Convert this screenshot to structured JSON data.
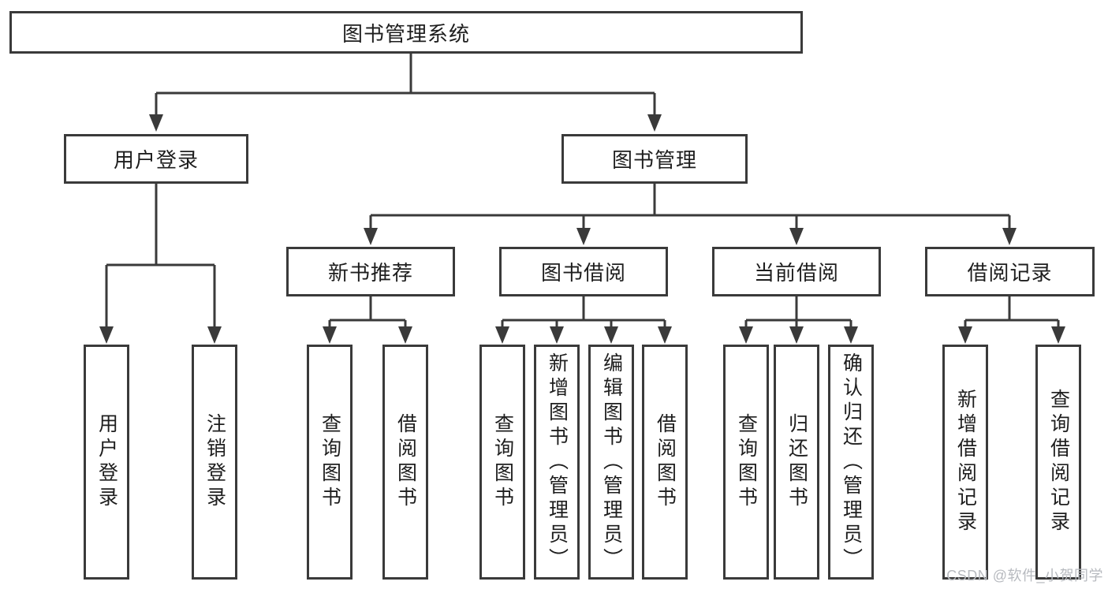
{
  "colors": {
    "line": "#3a3a3a",
    "box_border": "#3a3a3a",
    "box_fill": "#ffffff",
    "text": "#1e1e1e",
    "watermark": "#b7babf",
    "background": "#ffffff"
  },
  "meta": {
    "watermark": "CSDN @软件_小贺同学"
  },
  "tree": {
    "root": {
      "label": "图书管理系统"
    },
    "branches": [
      {
        "label": "用户登录",
        "children": [
          {
            "label": "用户登录"
          },
          {
            "label": "注销登录"
          }
        ]
      },
      {
        "label": "图书管理",
        "children": [
          {
            "label": "新书推荐",
            "children": [
              {
                "label": "查询图书"
              },
              {
                "label": "借阅图书"
              }
            ]
          },
          {
            "label": "图书借阅",
            "children": [
              {
                "label": "查询图书"
              },
              {
                "label": "新增图书（管理员）"
              },
              {
                "label": "编辑图书（管理员）"
              },
              {
                "label": "借阅图书"
              }
            ]
          },
          {
            "label": "当前借阅",
            "children": [
              {
                "label": "查询图书"
              },
              {
                "label": "归还图书"
              },
              {
                "label": "确认归还（管理员）"
              }
            ]
          },
          {
            "label": "借阅记录",
            "children": [
              {
                "label": "新增借阅记录"
              },
              {
                "label": "查询借阅记录"
              }
            ]
          }
        ]
      }
    ]
  }
}
